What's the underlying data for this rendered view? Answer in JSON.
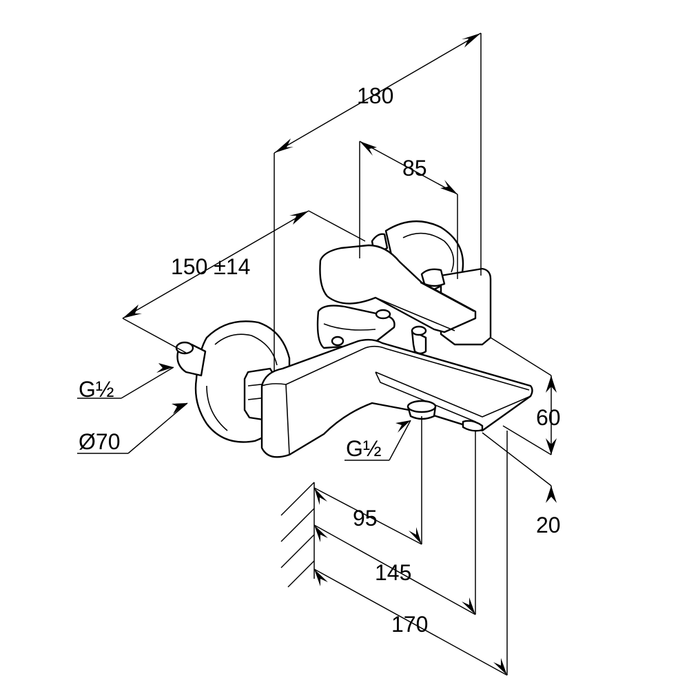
{
  "drawing": {
    "colors": {
      "line": "#000000",
      "background": "#ffffff"
    },
    "dimensions": {
      "width_180": "180",
      "depth_85": "85",
      "centers_150": "150 ±14",
      "thread_left": "G½",
      "diameter_70": "Ø70",
      "thread_outlet": "G½",
      "height_60": "60",
      "gap_20": "20",
      "proj_95": "95",
      "proj_145": "145",
      "proj_170": "170"
    }
  }
}
